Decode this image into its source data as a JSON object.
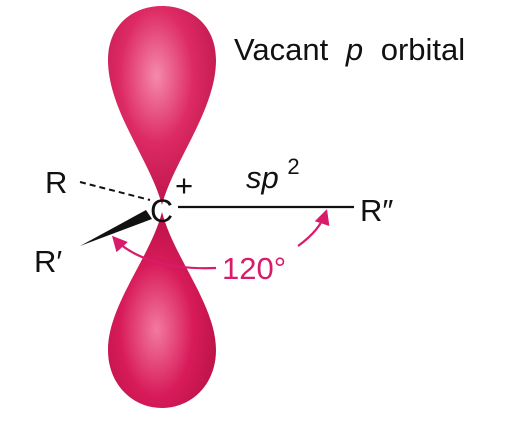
{
  "diagram": {
    "orbital_label_prefix": "Vacant",
    "orbital_label_italic": "p",
    "orbital_label_suffix": "orbital",
    "center_atom": "C",
    "charge": "+",
    "bond_hybrid_base": "sp",
    "bond_hybrid_exponent": "2",
    "substituent_top_left": "R",
    "substituent_bottom_left": "R′",
    "substituent_right": "R″",
    "angle_label": "120°"
  },
  "colors": {
    "orbital_lobe": "#d81b5a",
    "orbital_lobe_light": "#f27aa1",
    "orbital_lobe_dark": "#a80c3d",
    "angle_arrow": "#d81b6a",
    "angle_text": "#d81b6a",
    "bond": "#111111",
    "text": "#111111"
  }
}
